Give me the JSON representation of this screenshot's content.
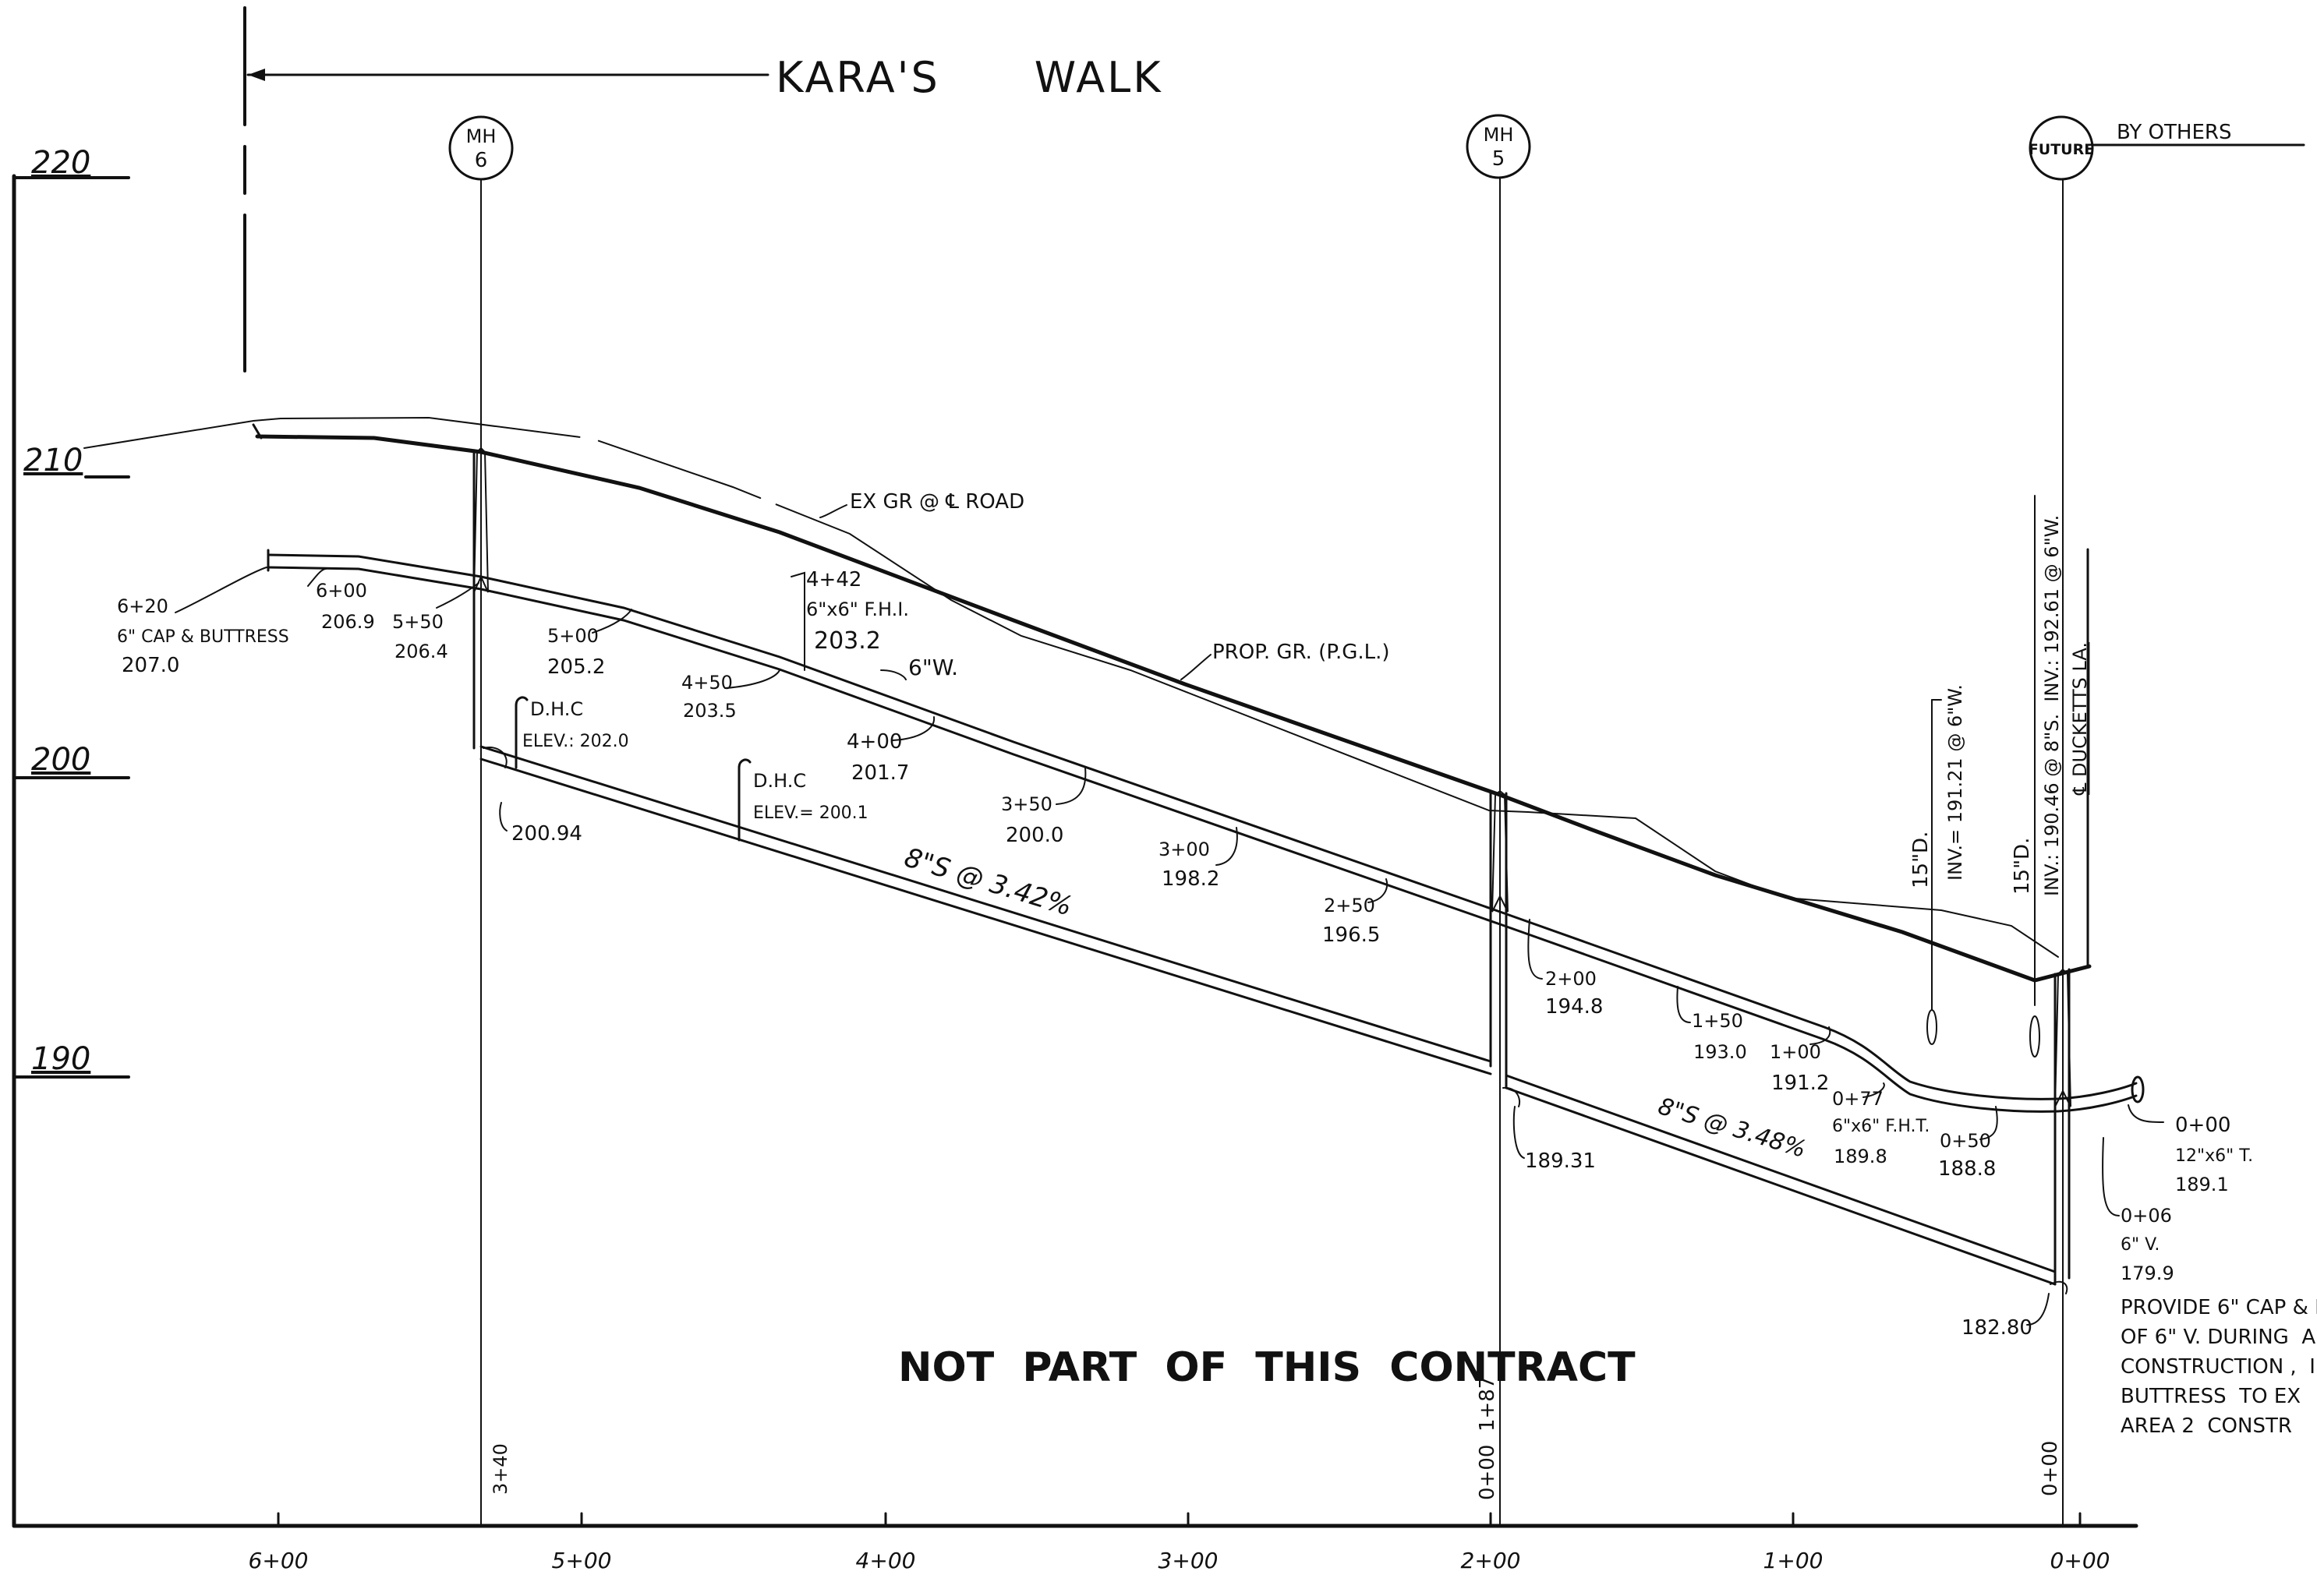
{
  "title": "KARA'S      WALK",
  "stamp": "NOT  PART  OF  THIS  CONTRACT",
  "elevations": [
    "220",
    "210",
    "200",
    "190"
  ],
  "stations_axis": [
    "6+00",
    "5+00",
    "4+00",
    "3+00",
    "2+00",
    "1+00",
    "0+00"
  ],
  "manholes": {
    "mh6": {
      "line1": "MH",
      "line2": "6",
      "vertical": "3+40"
    },
    "mh5": {
      "line1": "MH",
      "line2": "5",
      "vertical": "0+00  1+87"
    },
    "future": {
      "label": "FUTURE",
      "note": "BY OTHERS",
      "vertical": "0+00"
    }
  },
  "profile_labels": {
    "ex_ground": "EX  GR @ ℄ ROAD",
    "prop_ground": "PROP. GR. (P.G.L.)",
    "water_main": "6\"W.",
    "fhi_station": "4+42",
    "fhi_desc": "6\"x6\" F.H.I.",
    "fhi_elev": "203.2",
    "pipe1": "8\"S @ 3.42%",
    "pipe2": "8\"S @ 3.48%"
  },
  "stations": [
    {
      "sta": "6+20",
      "desc": "6\" CAP & BUTTRESS",
      "elev": "207.0"
    },
    {
      "sta": "6+00",
      "elev": "206.9"
    },
    {
      "sta": "5+50",
      "elev": "206.4"
    },
    {
      "sta": "5+00",
      "elev": "205.2"
    },
    {
      "sta": "4+50",
      "elev": "203.5"
    },
    {
      "sta": "4+00",
      "elev": "201.7"
    },
    {
      "sta": "3+50",
      "elev": "200.0"
    },
    {
      "sta": "3+00",
      "elev": "198.2"
    },
    {
      "sta": "2+50",
      "elev": "196.5"
    },
    {
      "sta": "2+00",
      "elev": "194.8"
    },
    {
      "sta": "1+50",
      "elev": "193.0"
    },
    {
      "sta": "1+00",
      "elev": "191.2"
    },
    {
      "sta": "0+77",
      "desc": "6\"x6\" F.H.T.",
      "elev": "189.8"
    },
    {
      "sta": "0+50",
      "elev": "188.8"
    },
    {
      "sta": "0+00",
      "desc": "12\"x6\" T.",
      "elev": "189.1"
    },
    {
      "sta": "0+06",
      "desc": "6\" V.",
      "elev": "179.9"
    }
  ],
  "inverts": [
    "200.94",
    "189.31",
    "182.80"
  ],
  "dhc": [
    {
      "label": "D.H.C",
      "elev": "ELEV.: 202.0"
    },
    {
      "label": "D.H.C",
      "elev": "ELEV.= 200.1"
    }
  ],
  "crossings": {
    "c1_size": "15\"D.",
    "c1_inv": "INV.= 191.21 @ 6\"W.",
    "c2_size": "15\"D.",
    "c2_inv": "INV.: 190.46 @ 8\"S.  INV.: 192.61 @ 6\"W.",
    "c2_road": "℄ DUCKETTS LA."
  },
  "note_lines": [
    "PROVIDE 6\" CAP & I",
    "OF 6\" V. DURING  A",
    "CONSTRUCTION ,  I",
    "BUTTRESS  TO EX",
    "AREA 2  CONSTR"
  ]
}
